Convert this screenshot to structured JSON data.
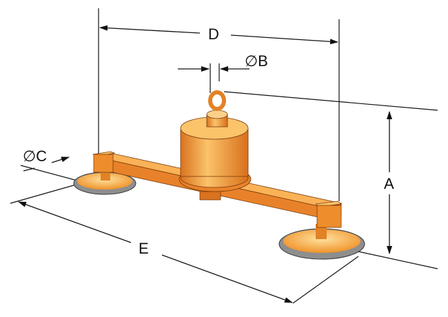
{
  "diagram": {
    "labels": {
      "d": "D",
      "b": "∅B",
      "c": "∅C",
      "a": "A",
      "e": "E"
    },
    "colors": {
      "orange": "#F0932B",
      "orange_light": "#FBC36A",
      "orange_dark": "#C8631A",
      "rubber": "#9A9A9A",
      "line": "#111111"
    }
  }
}
